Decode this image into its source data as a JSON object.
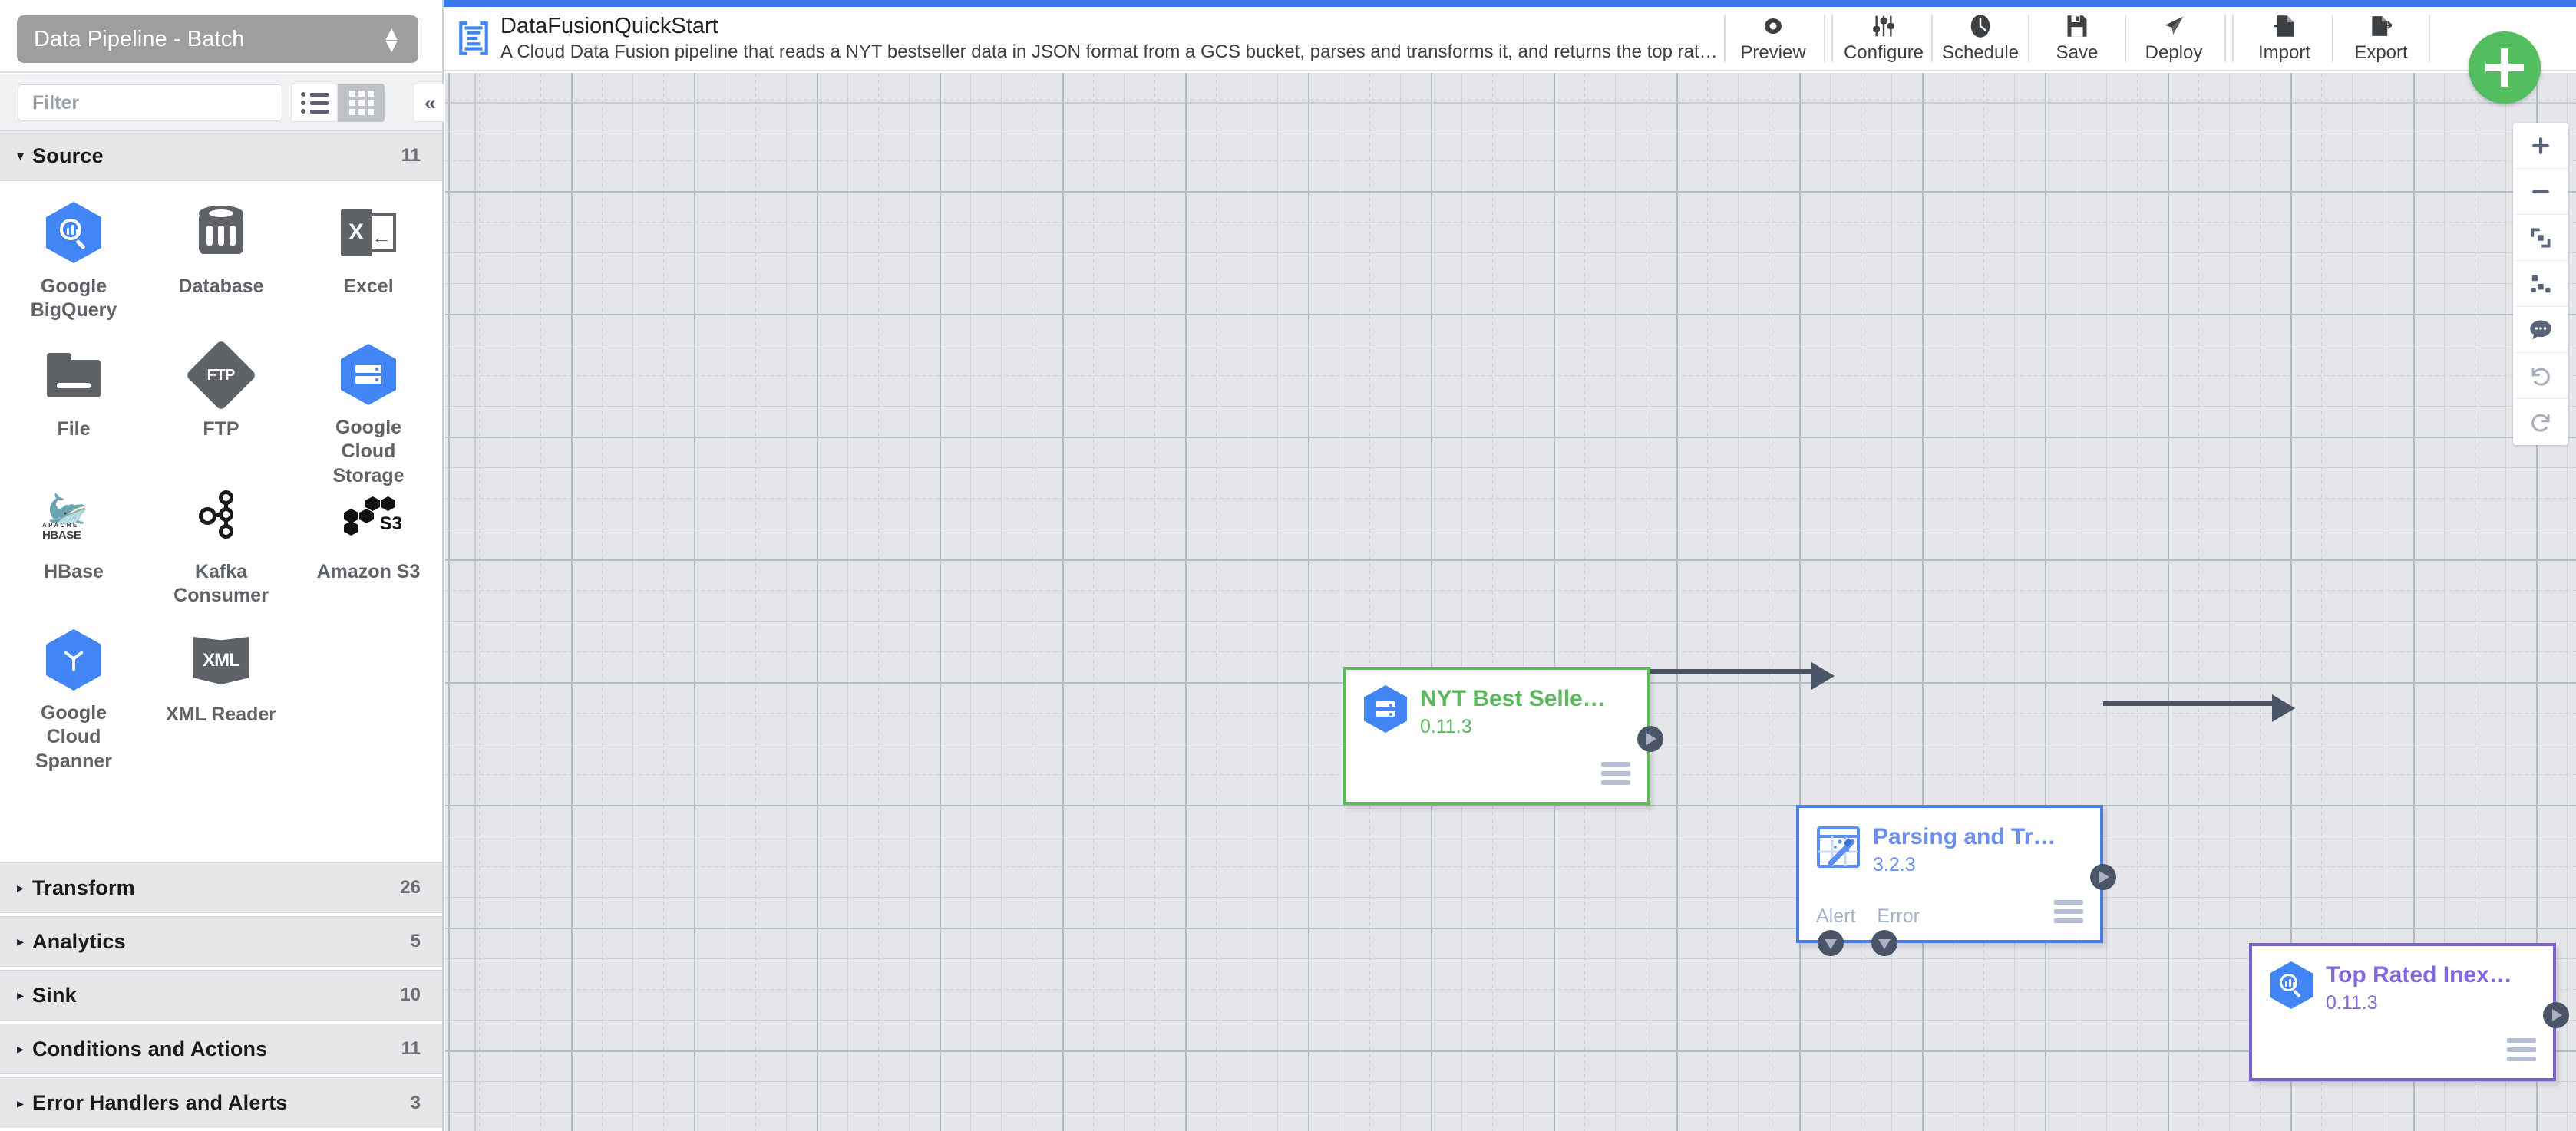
{
  "theme": {
    "accent_blue": "#3b78e7",
    "fab_green": "#52be60",
    "node_green": "#64b95e",
    "node_blue": "#4a7fe0",
    "node_purple": "#7b5fd1",
    "annotation_red": "#e8412a",
    "canvas_bg": "#e4e6e9"
  },
  "sidebar": {
    "pipeline_type": "Data Pipeline - Batch",
    "filter_placeholder": "Filter",
    "view_list_icon": "list-view-icon",
    "view_grid_icon": "grid-view-icon",
    "collapse_icon": "chevron-double-left-icon",
    "groups": [
      {
        "name": "Source",
        "count": "11",
        "expanded": true,
        "caret": "▾"
      },
      {
        "name": "Transform",
        "count": "26",
        "expanded": false,
        "caret": "▸"
      },
      {
        "name": "Analytics",
        "count": "5",
        "expanded": false,
        "caret": "▸"
      },
      {
        "name": "Sink",
        "count": "10",
        "expanded": false,
        "caret": "▸"
      },
      {
        "name": "Conditions and Actions",
        "count": "11",
        "expanded": false,
        "caret": "▸"
      },
      {
        "name": "Error Handlers and Alerts",
        "count": "3",
        "expanded": false,
        "caret": "▸"
      }
    ],
    "plugins": [
      {
        "label": "Google BigQuery",
        "icon": "google-bigquery-icon"
      },
      {
        "label": "Database",
        "icon": "database-icon"
      },
      {
        "label": "Excel",
        "icon": "excel-icon"
      },
      {
        "label": "File",
        "icon": "file-folder-icon"
      },
      {
        "label": "FTP",
        "icon": "ftp-icon"
      },
      {
        "label": "Google Cloud Storage",
        "icon": "google-cloud-storage-icon"
      },
      {
        "label": "HBase",
        "icon": "hbase-icon"
      },
      {
        "label": "Kafka Consumer",
        "icon": "kafka-icon"
      },
      {
        "label": "Amazon S3",
        "icon": "amazon-s3-icon"
      },
      {
        "label": "Google Cloud Spanner",
        "icon": "google-cloud-spanner-icon"
      },
      {
        "label": "XML Reader",
        "icon": "xml-reader-icon"
      }
    ]
  },
  "topbar": {
    "logo_icon": "cdap-logo-icon",
    "pipeline_name": "DataFusionQuickStart",
    "pipeline_description": "A Cloud Data Fusion pipeline that reads a NYT bestseller data in JSON format from a GCS bucket, parses and transforms it, and returns the top rated book…",
    "actions": [
      {
        "label": "Preview",
        "icon": "eye-icon"
      },
      {
        "label": "Configure",
        "icon": "sliders-icon"
      },
      {
        "label": "Schedule",
        "icon": "clock-icon"
      },
      {
        "label": "Save",
        "icon": "floppy-disk-icon"
      },
      {
        "label": "Deploy",
        "icon": "paper-plane-icon"
      },
      {
        "label": "Import",
        "icon": "import-document-icon"
      },
      {
        "label": "Export",
        "icon": "export-document-icon"
      }
    ],
    "fab_icon": "plus-icon"
  },
  "canvas": {
    "nodes": [
      {
        "name": "NYT Best Selle…",
        "version": "0.11.3",
        "color": "green",
        "icon": "google-cloud-storage-icon",
        "menu_icon": "hamburger-menu-icon",
        "out_port_icon": "output-port-icon",
        "ports": []
      },
      {
        "name": "Parsing and Tr…",
        "version": "3.2.3",
        "color": "blue",
        "icon": "wrangler-icon",
        "menu_icon": "hamburger-menu-icon",
        "out_port_icon": "output-port-icon",
        "ports": [
          "Alert",
          "Error"
        ]
      },
      {
        "name": "Top Rated Inex…",
        "version": "0.11.3",
        "color": "purple",
        "icon": "google-bigquery-icon",
        "menu_icon": "hamburger-menu-icon",
        "out_port_icon": "output-port-icon",
        "ports": []
      }
    ],
    "controls": [
      {
        "name": "zoom-in-button",
        "icon": "plus-icon"
      },
      {
        "name": "zoom-out-button",
        "icon": "minus-icon"
      },
      {
        "name": "fit-to-screen-button",
        "icon": "fit-screen-icon"
      },
      {
        "name": "align-nodes-button",
        "icon": "align-nodes-icon"
      },
      {
        "name": "comments-button",
        "icon": "comment-bubble-icon"
      },
      {
        "name": "undo-button",
        "icon": "undo-icon"
      },
      {
        "name": "redo-button",
        "icon": "redo-icon"
      }
    ],
    "annotation": {
      "name": "deploy-pointer-arrow",
      "target": "Deploy"
    }
  }
}
